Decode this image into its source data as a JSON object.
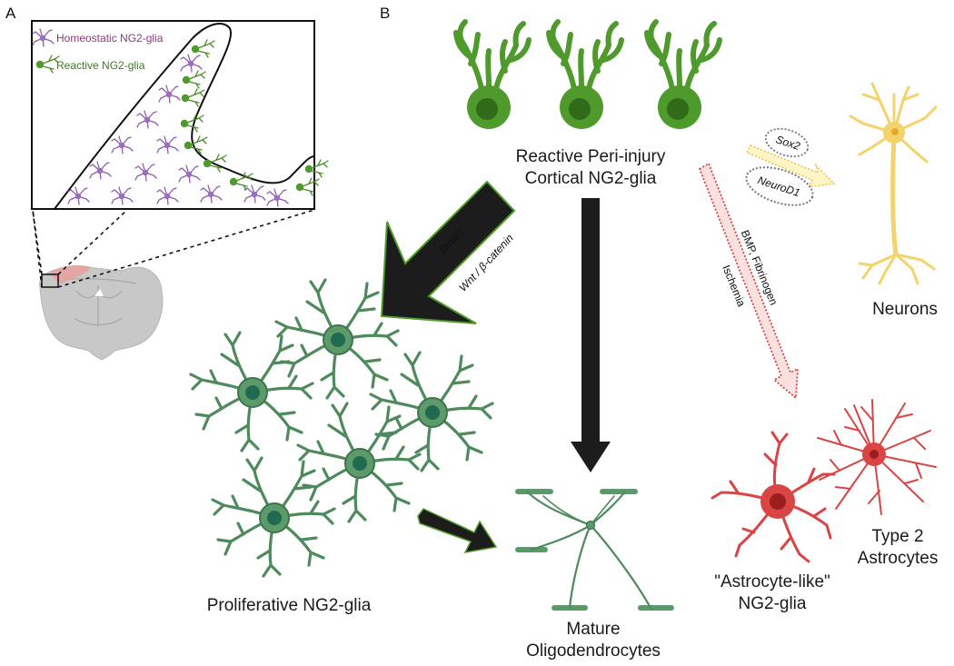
{
  "panels": {
    "a": "A",
    "b": "B"
  },
  "inset": {
    "legend_homeostatic": "Homeostatic NG2-glia",
    "legend_reactive": "Reactive NG2-glia"
  },
  "labels": {
    "reactive_line1": "Reactive Peri-injury",
    "reactive_line2": "Cortical NG2-glia",
    "proliferative": "Proliferative NG2-glia",
    "mature_line1": "Mature",
    "mature_line2": "Oligodendrocytes",
    "neurons": "Neurons",
    "astro_like_line1": "\"Astrocyte-like\"",
    "astro_like_line2": "NG2-glia",
    "type2_line1": "Type 2",
    "type2_line2": "Astrocytes"
  },
  "arrows": {
    "bmal1": "Bmal1",
    "wnt": "Wnt / β-catenin",
    "sox2": "Sox2",
    "neurod1": "NeuroD1",
    "bmp": "BMP, Fibrinogen",
    "ischemia": "Ischemia"
  },
  "colors": {
    "reactive_green": "#4f9a2c",
    "prolif_green": "#4e8a5c",
    "homeostatic_purple": "#8e5bb0",
    "neuron_yellow": "#f3d36b",
    "astro_red": "#d94444",
    "brain_gray": "#c8c8c8",
    "injury_pink": "#e3a7a3"
  }
}
